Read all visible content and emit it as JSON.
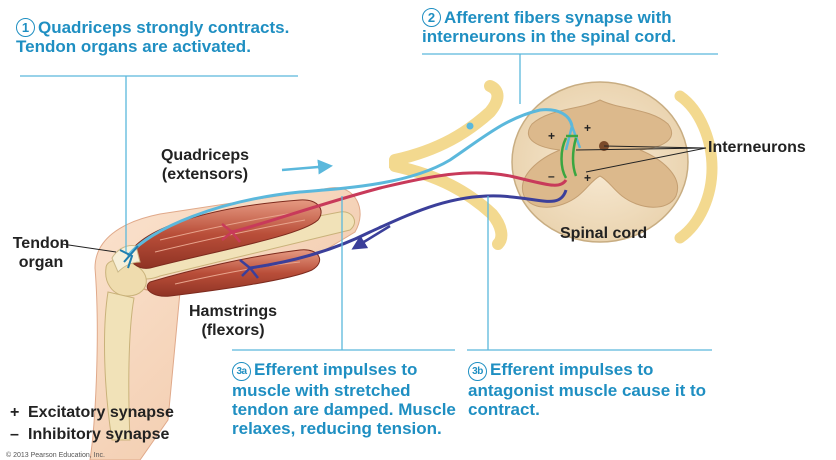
{
  "steps": [
    {
      "num": "1",
      "text": "Quadriceps strongly contracts. Tendon organs are activated."
    },
    {
      "num": "2",
      "text": "Afferent fibers synapse with interneurons in the spinal cord."
    },
    {
      "num": "3a",
      "text": "Efferent impulses to muscle with stretched tendon are damped. Muscle relaxes, reducing tension."
    },
    {
      "num": "3b",
      "text": "Efferent impulses to antagonist muscle cause it to contract."
    }
  ],
  "labels": {
    "quadriceps": "Quadriceps",
    "extensors": "(extensors)",
    "tendon": "Tendon",
    "organ": "organ",
    "hamstrings": "Hamstrings",
    "flexors": "(flexors)",
    "interneurons": "Interneurons",
    "spinal_cord": "Spinal cord"
  },
  "key": [
    {
      "symbol": "+",
      "text": "Excitatory synapse"
    },
    {
      "symbol": "–",
      "text": "Inhibitory synapse"
    }
  ],
  "signs": {
    "plus": "+",
    "minus": "–"
  },
  "copyright": "© 2013 Pearson Education, Inc.",
  "colors": {
    "afferent": "#5bb8dc",
    "efferent_excitatory": "#c83a5a",
    "efferent_inhibitory": "#3b3f9a",
    "interneuron": "#3aa640",
    "callout": "#1f8fc2",
    "muscle": "#c0604a",
    "spinal_grey": "#d7b58a",
    "nerve": "#f3d98f"
  }
}
